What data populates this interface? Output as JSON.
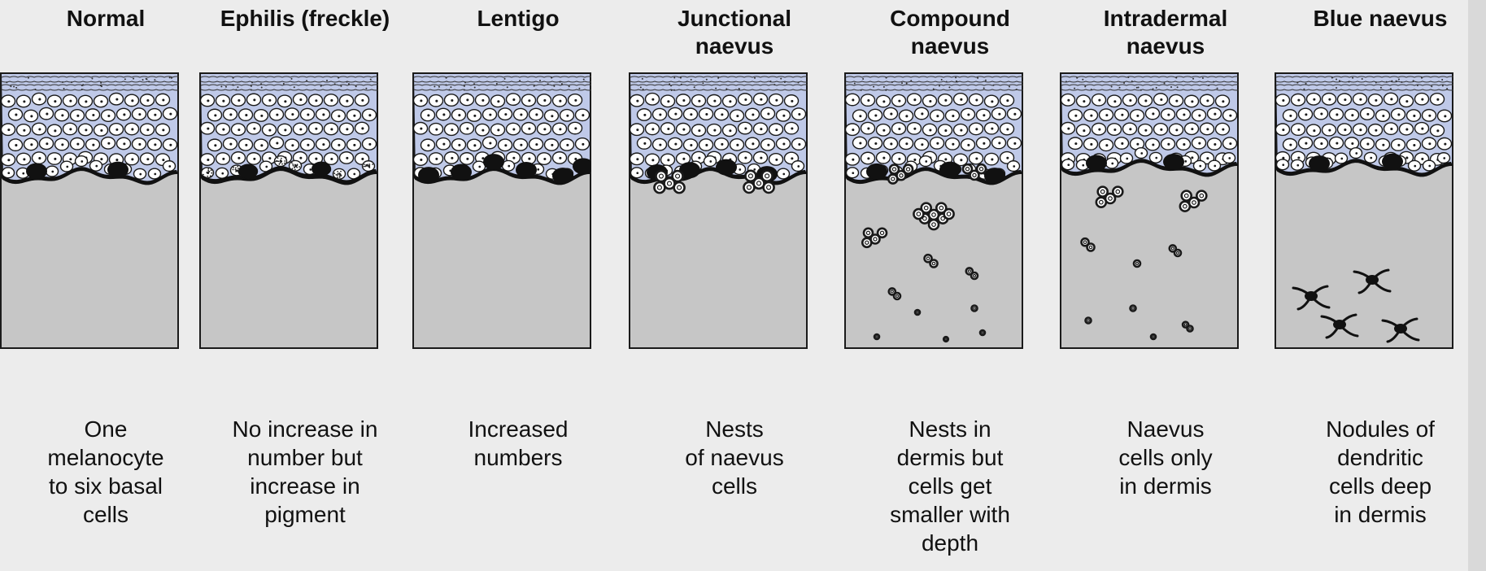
{
  "colors": {
    "background": "#ececec",
    "dermis": "#c6c6c6",
    "epidermis": "#bfc9e8",
    "pigment": "#111111",
    "outline": "#1a1a1a"
  },
  "panels": [
    {
      "id": "normal",
      "title": "Normal",
      "caption": "One\nmelanocyte\nto six basal\ncells",
      "variant": "normal",
      "dermal_icons": []
    },
    {
      "id": "ephilis",
      "title": "Ephilis (freckle)",
      "caption": "No increase in\nnumber but\nincrease in\npigment",
      "variant": "freckle",
      "dermal_icons": []
    },
    {
      "id": "lentigo",
      "title": "Lentigo",
      "caption": "Increased\nnumbers",
      "variant": "lentigo",
      "dermal_icons": []
    },
    {
      "id": "junctional",
      "title": "Junctional\nnaevus",
      "caption": "Nests\nof naevus\ncells",
      "variant": "junctional",
      "dermal_icons": []
    },
    {
      "id": "compound",
      "title": "Compound\nnaevus",
      "caption": "Nests in\ndermis but\ncells get\nsmaller with\ndepth",
      "variant": "compound",
      "dermal_icons": [
        "nest-cluster-icon",
        "nest-cluster-icon",
        "naevus-cell-icon"
      ]
    },
    {
      "id": "intradermal",
      "title": "Intradermal\nnaevus",
      "caption": "Naevus\ncells only\nin dermis",
      "variant": "intradermal",
      "dermal_icons": [
        "nest-cluster-icon",
        "naevus-cell-icon"
      ]
    },
    {
      "id": "blue",
      "title": "Blue naevus",
      "caption": "Nodules of\ndendritic\ncells deep\nin dermis",
      "variant": "blue",
      "dermal_icons": [
        "dendritic-cell-icon"
      ]
    }
  ]
}
